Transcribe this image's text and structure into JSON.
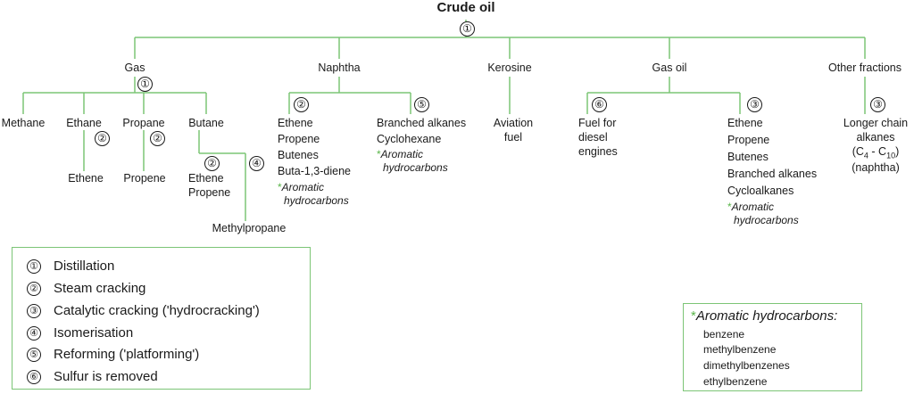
{
  "title": "Crude oil",
  "fractions": {
    "gas": "Gas",
    "naphtha": "Naphtha",
    "kerosine": "Kerosine",
    "gas_oil": "Gas oil",
    "other": "Other fractions"
  },
  "gas_products": {
    "methane": "Methane",
    "ethane": "Ethane",
    "propane": "Propane",
    "butane": "Butane",
    "ethene": "Ethene",
    "propene": "Propene",
    "butane_ethene": "Ethene",
    "butane_propene": "Propene",
    "methylpropane": "Methylpropane"
  },
  "naphtha_steam": [
    "Ethene",
    "Propene",
    "Butenes",
    "Buta-1,3-diene"
  ],
  "naphtha_reform": [
    "Branched alkanes",
    "Cyclohexane"
  ],
  "aromatic_star": "*",
  "aromatic_line1": "Aromatic",
  "aromatic_line2": "hydrocarbons",
  "kerosine_products": [
    "Aviation",
    "fuel"
  ],
  "gas_oil_sulfur": [
    "Fuel for",
    "diesel",
    "engines"
  ],
  "gas_oil_cracking": [
    "Ethene",
    "Propene",
    "Butenes",
    "Branched alkanes",
    "Cycloalkanes"
  ],
  "other_products": {
    "line1": "Longer chain",
    "line2": "alkanes",
    "line3_prefix": "(C",
    "sub1": "4",
    "line3_mid": " - C",
    "sub2": "10",
    "line3_suffix": ")",
    "line4": "(naphtha)"
  },
  "process_numbers": [
    "①",
    "②",
    "③",
    "④",
    "⑤",
    "⑥"
  ],
  "legend": [
    {
      "num": "①",
      "label": "Distillation"
    },
    {
      "num": "②",
      "label": "Steam cracking"
    },
    {
      "num": "③",
      "label": "Catalytic cracking ('hydrocracking')"
    },
    {
      "num": "④",
      "label": "Isomerisation"
    },
    {
      "num": "⑤",
      "label": "Reforming ('platforming')"
    },
    {
      "num": "⑥",
      "label": "Sulfur is removed"
    }
  ],
  "aromatics_box": {
    "star": "*",
    "title": "Aromatic hydrocarbons:",
    "items": [
      "benzene",
      "methylbenzene",
      "dimethylbenzenes",
      "ethylbenzene"
    ]
  },
  "colors": {
    "line": "#7cc576",
    "star": "#5ab54a",
    "text": "#1a1a1a"
  }
}
